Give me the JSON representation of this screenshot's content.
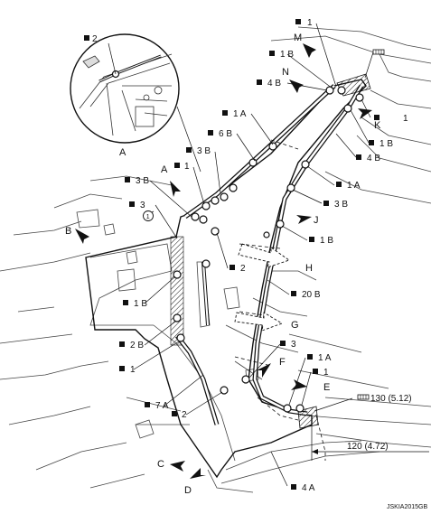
{
  "callouts": {
    "c2_inset": "2",
    "c1_top": "1",
    "c1b_top": "1 B",
    "c4b_top": "4 B",
    "c1a_upper": "1 A",
    "c6b": "6 B",
    "c3b_mid": "3 B",
    "c1_mid": "1",
    "c3b_left": "3 B",
    "c3_left": "3",
    "c1_right": "1",
    "c1b_right": "1 B",
    "c4b_right": "4 B",
    "c1a_right": "1 A",
    "c3b_right": "3 B",
    "c1b_j": "1 B",
    "c2_center": "2",
    "c20b": "20 B",
    "c1b_left": "1 B",
    "c2b": "2 B",
    "c1_low": "1",
    "c3_low": "3",
    "c1a_low": "1 A",
    "c1_lowright": "1",
    "c7a": "7 A",
    "c2_low": "2",
    "c4a": "4 A",
    "torque": "130 (5.12)",
    "dim": "120 (4.72)"
  },
  "views": {
    "A_top": "A",
    "A_mid": "A",
    "B": "B",
    "C": "C",
    "D": "D",
    "E": "E",
    "F": "F",
    "G": "G",
    "H": "H",
    "J": "J",
    "K": "K",
    "M": "M",
    "N": "N",
    "circled_1": "1"
  },
  "figure_code": "JSKIA2015GB",
  "icons": [
    "square-bullet-icon",
    "view-arrow-icon",
    "sealer-bead-icon",
    "torque-bead-icon"
  ]
}
